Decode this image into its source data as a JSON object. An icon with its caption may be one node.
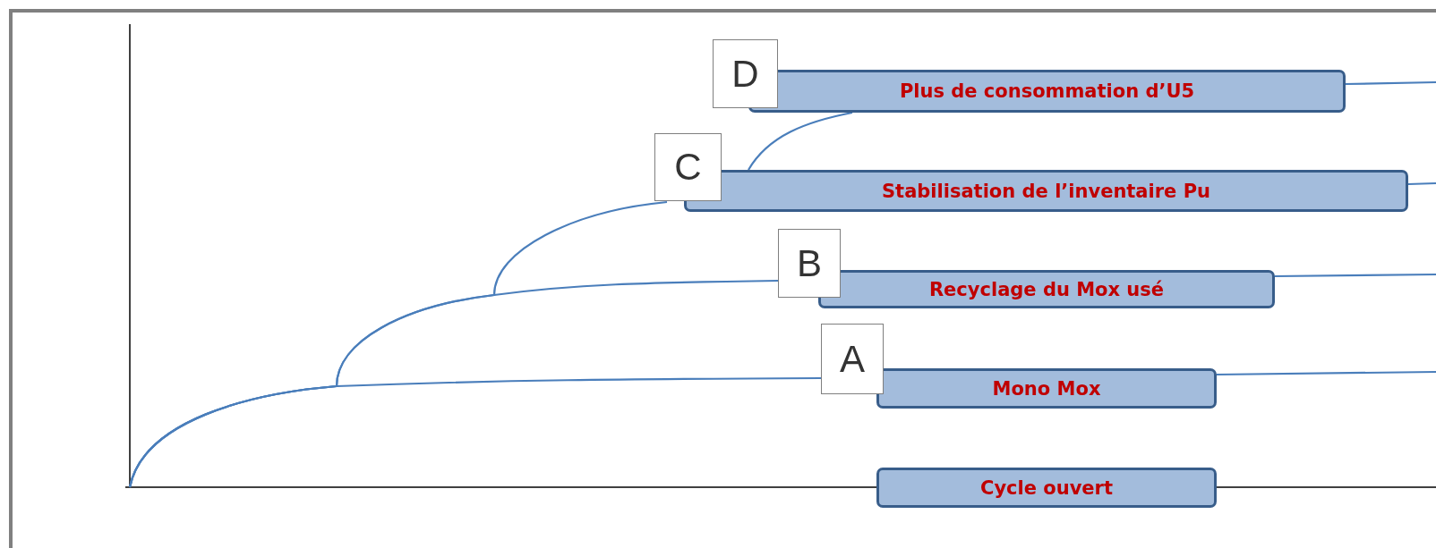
{
  "diagram": {
    "nodes": [
      {
        "text": [
          "D"
        ]
      },
      {
        "text": [
          "Plus de consommation d’U5"
        ]
      },
      {
        "text": [
          "C"
        ]
      },
      {
        "text": [
          "Stabilisation de l’inventaire Pu"
        ]
      },
      {
        "text": [
          "B"
        ]
      },
      {
        "text": [
          "Recyclage du Mox usé"
        ]
      },
      {
        "text": [
          "A"
        ]
      },
      {
        "text": [
          "Mono Mox"
        ]
      },
      {
        "text": [
          "Cycle ouvert"
        ]
      }
    ],
    "edges": [
      {
        "from": null,
        "to": 6,
        "arrow": "none"
      },
      {
        "from": null,
        "to": 4,
        "arrow": "none"
      },
      {
        "from": null,
        "to": 2,
        "arrow": "none"
      },
      {
        "from": 3,
        "to": 1,
        "arrow": "none"
      },
      {
        "from": 1,
        "to": null,
        "arrow": "none"
      },
      {
        "from": 3,
        "to": null,
        "arrow": "none"
      },
      {
        "from": 5,
        "to": null,
        "arrow": "none"
      },
      {
        "from": 7,
        "to": null,
        "arrow": "none"
      }
    ]
  }
}
